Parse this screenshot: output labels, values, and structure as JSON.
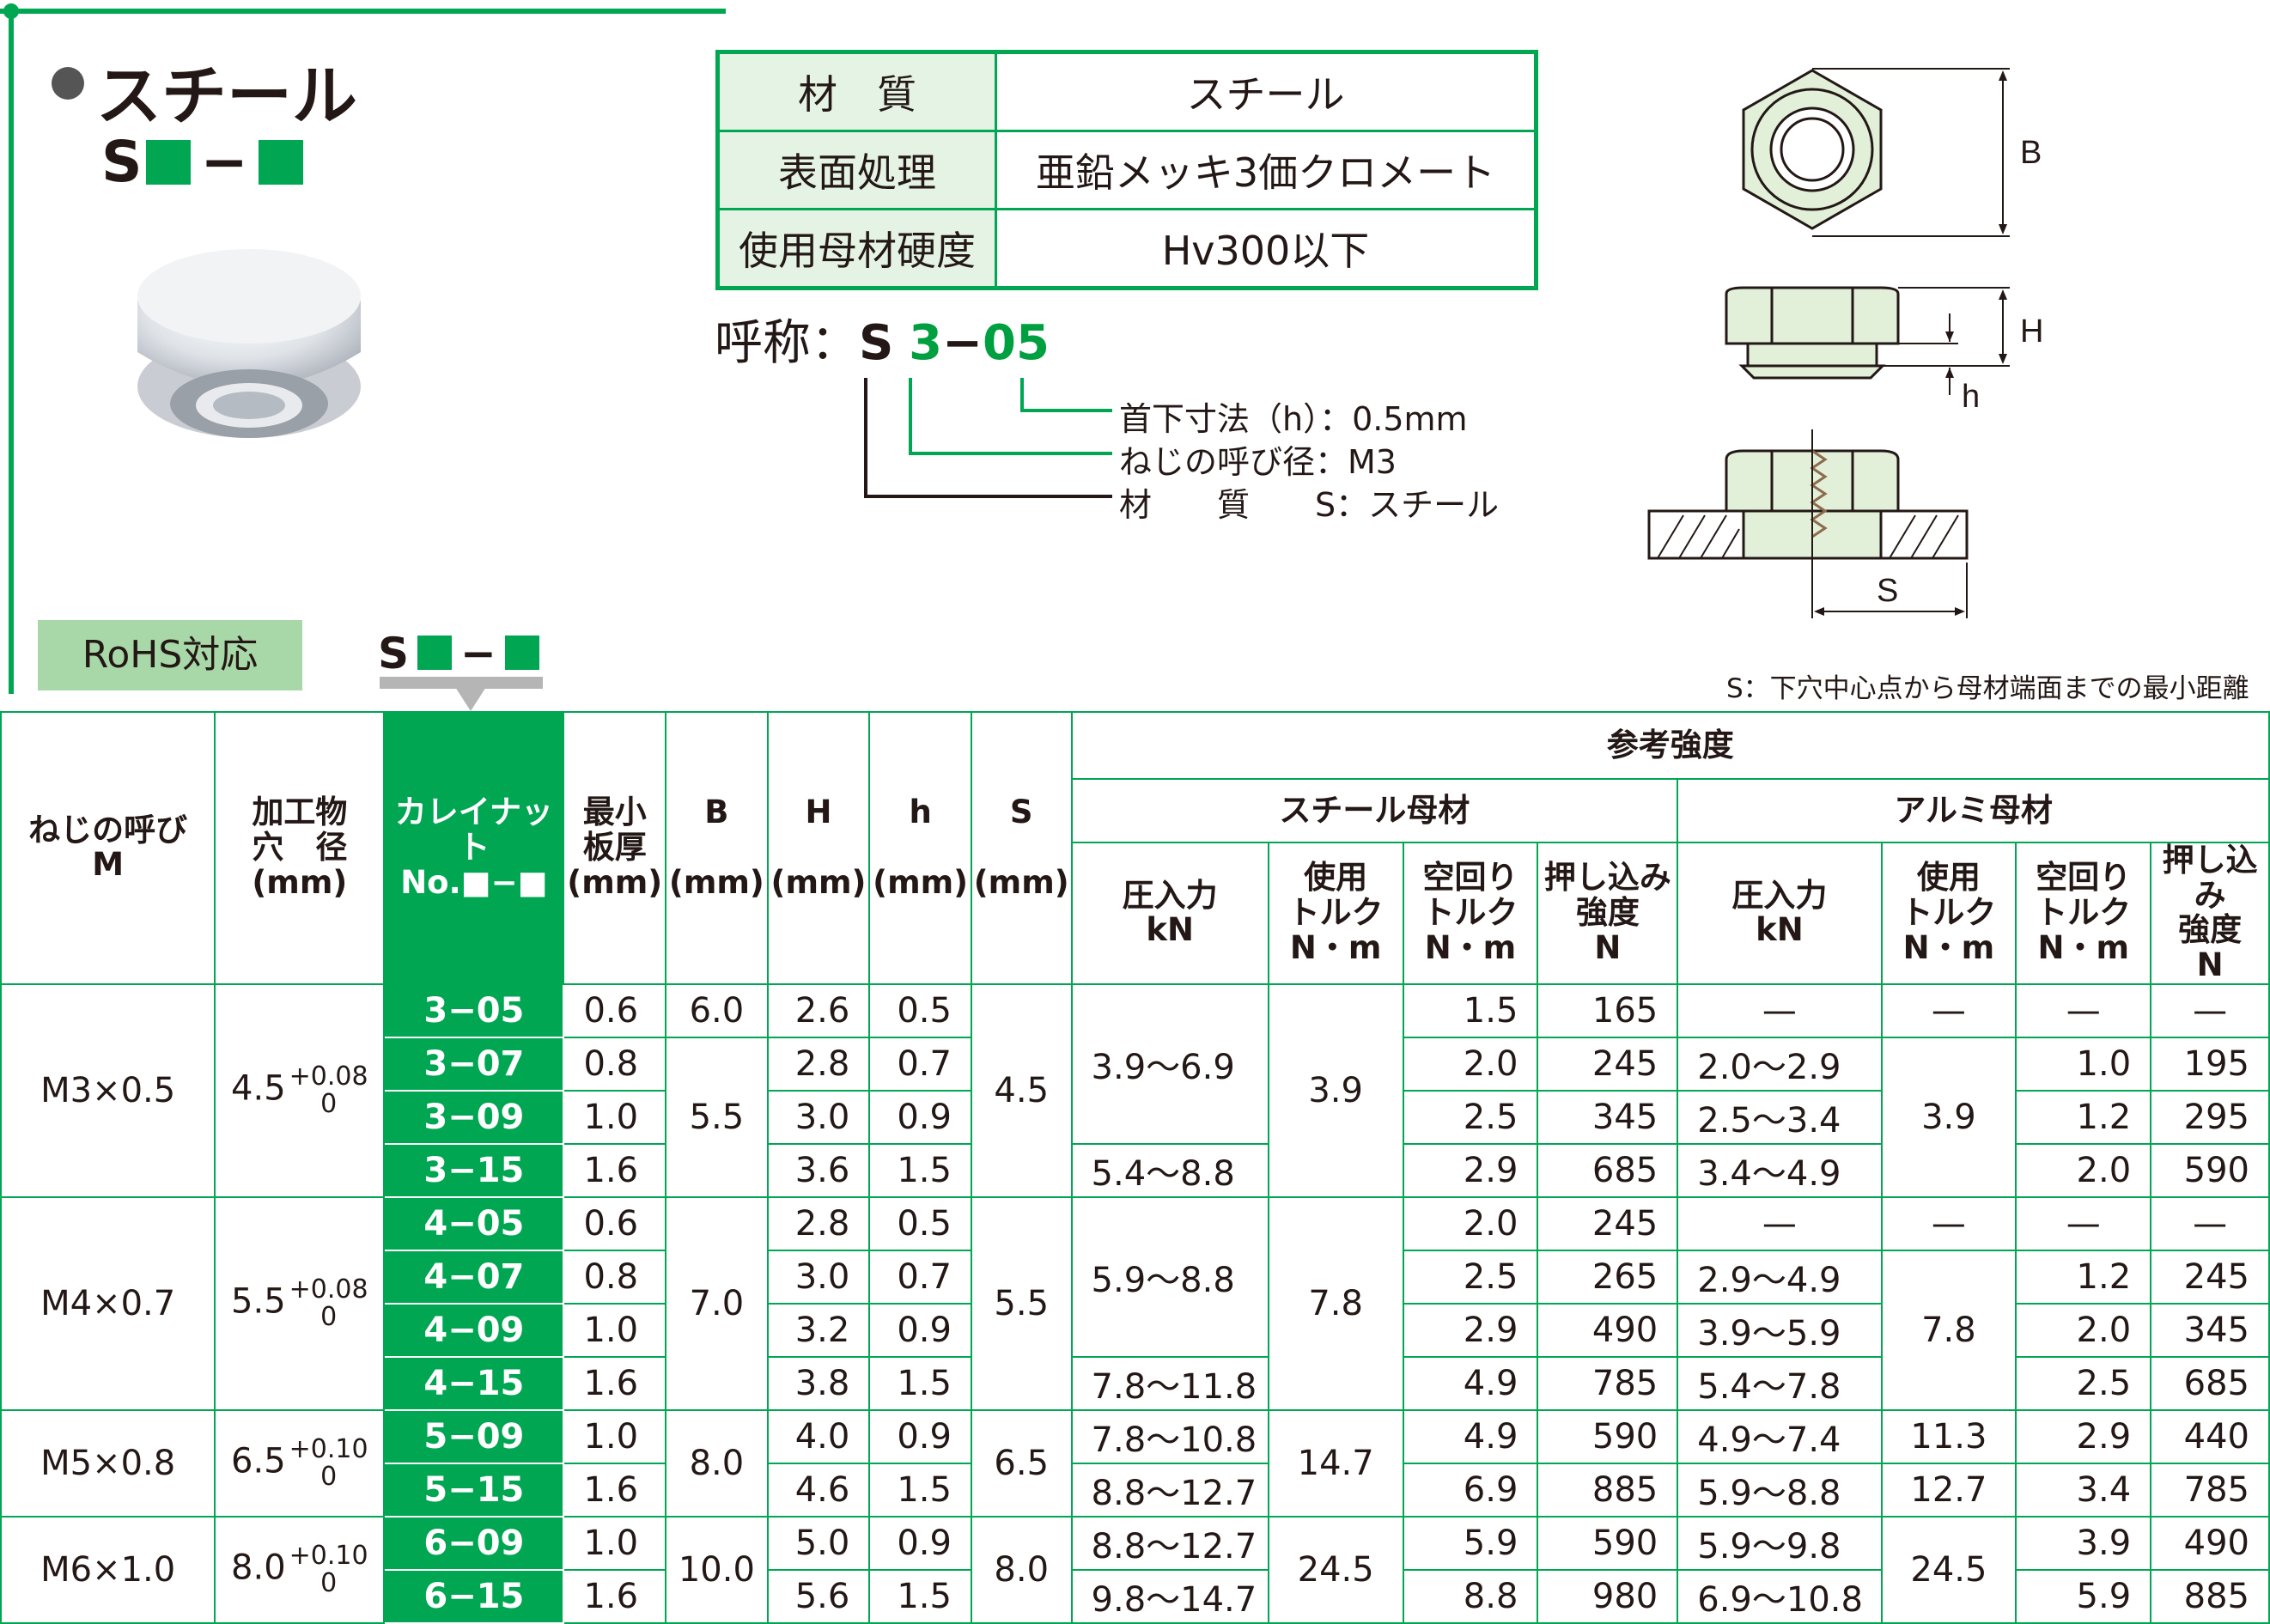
{
  "header": {
    "title": "スチール",
    "code_prefix": "S",
    "dash": "−"
  },
  "spec": [
    {
      "key": "材　質",
      "value": "スチール"
    },
    {
      "key": "表面処理",
      "value": "亜鉛メッキ3価クロメート"
    },
    {
      "key": "使用母材硬度",
      "value": "Hv300以下"
    }
  ],
  "designation": {
    "label": "呼称：",
    "s": "S",
    "size": "3",
    "dash": "−",
    "len": "05",
    "notes": [
      "首下寸法（h）：0.5mm",
      "ねじの呼び径：M3",
      "材　　質　　S：スチール"
    ]
  },
  "diagram": {
    "B": "B",
    "H": "H",
    "h": "h",
    "S": "S"
  },
  "footnote": "S：下穴中心点から母材端面までの最小距離",
  "rohs": "RoHS対応",
  "code_tag_prefix": "S",
  "table": {
    "headers": {
      "thread": "ねじの呼び\nM",
      "hole": "加工物\n穴　径\n(mm)",
      "no": "カレイナット\nNo.■−■",
      "thick": "最小\n板厚\n(mm)",
      "B": "B\n\n(mm)",
      "H": "H\n\n(mm)",
      "h": "h\n\n(mm)",
      "S": "S\n\n(mm)",
      "ref": "参考強度",
      "steel": "スチール母材",
      "alu": "アルミ母材",
      "press": "圧入力\nkN",
      "torque": "使用\nトルク\nN・m",
      "spin": "空回り\nトルク\nN・m",
      "push": "押し込み\n強度\nN"
    },
    "groups": [
      {
        "thread": "M3×0.5",
        "hole": "4.5",
        "tol_up": "+0.08",
        "tol_lo": "0",
        "S": "4.5",
        "rows": [
          {
            "no": "3−05",
            "t": "0.6",
            "B": "6.0",
            "H": "2.6",
            "h": "0.5",
            "sp": "3.9～6.9",
            "st": "3.9",
            "ss": "1.5",
            "sn": "165",
            "ap": "—",
            "at": "—",
            "as": "—",
            "an": "—"
          },
          {
            "no": "3−07",
            "t": "0.8",
            "B": "5.5",
            "H": "2.8",
            "h": "0.7",
            "sp": "",
            "st": "",
            "ss": "2.0",
            "sn": "245",
            "ap": "2.0～2.9",
            "at": "3.9",
            "as": "1.0",
            "an": "195"
          },
          {
            "no": "3−09",
            "t": "1.0",
            "B": "",
            "H": "3.0",
            "h": "0.9",
            "sp": "",
            "st": "",
            "ss": "2.5",
            "sn": "345",
            "ap": "2.5～3.4",
            "at": "",
            "as": "1.2",
            "an": "295"
          },
          {
            "no": "3−15",
            "t": "1.6",
            "B": "",
            "H": "3.6",
            "h": "1.5",
            "sp": "5.4～8.8",
            "st": "",
            "ss": "2.9",
            "sn": "685",
            "ap": "3.4～4.9",
            "at": "",
            "as": "2.0",
            "an": "590"
          }
        ]
      },
      {
        "thread": "M4×0.7",
        "hole": "5.5",
        "tol_up": "+0.08",
        "tol_lo": "0",
        "S": "5.5",
        "rows": [
          {
            "no": "4−05",
            "t": "0.6",
            "B": "7.0",
            "H": "2.8",
            "h": "0.5",
            "sp": "5.9～8.8",
            "st": "7.8",
            "ss": "2.0",
            "sn": "245",
            "ap": "—",
            "at": "—",
            "as": "—",
            "an": "—"
          },
          {
            "no": "4−07",
            "t": "0.8",
            "B": "",
            "H": "3.0",
            "h": "0.7",
            "sp": "",
            "st": "",
            "ss": "2.5",
            "sn": "265",
            "ap": "2.9～4.9",
            "at": "7.8",
            "as": "1.2",
            "an": "245"
          },
          {
            "no": "4−09",
            "t": "1.0",
            "B": "",
            "H": "3.2",
            "h": "0.9",
            "sp": "",
            "st": "",
            "ss": "2.9",
            "sn": "490",
            "ap": "3.9～5.9",
            "at": "",
            "as": "2.0",
            "an": "345"
          },
          {
            "no": "4−15",
            "t": "1.6",
            "B": "",
            "H": "3.8",
            "h": "1.5",
            "sp": "7.8～11.8",
            "st": "",
            "ss": "4.9",
            "sn": "785",
            "ap": "5.4～7.8",
            "at": "",
            "as": "2.5",
            "an": "685"
          }
        ]
      },
      {
        "thread": "M5×0.8",
        "hole": "6.5",
        "tol_up": "+0.10",
        "tol_lo": "0",
        "S": "6.5",
        "rows": [
          {
            "no": "5−09",
            "t": "1.0",
            "B": "8.0",
            "H": "4.0",
            "h": "0.9",
            "sp": "7.8～10.8",
            "st": "14.7",
            "ss": "4.9",
            "sn": "590",
            "ap": "4.9～7.4",
            "at": "11.3",
            "as": "2.9",
            "an": "440"
          },
          {
            "no": "5−15",
            "t": "1.6",
            "B": "",
            "H": "4.6",
            "h": "1.5",
            "sp": "8.8～12.7",
            "st": "",
            "ss": "6.9",
            "sn": "885",
            "ap": "5.9～8.8",
            "at": "12.7",
            "as": "3.4",
            "an": "785"
          }
        ]
      },
      {
        "thread": "M6×1.0",
        "hole": "8.0",
        "tol_up": "+0.10",
        "tol_lo": "0",
        "S": "8.0",
        "rows": [
          {
            "no": "6−09",
            "t": "1.0",
            "B": "10.0",
            "H": "5.0",
            "h": "0.9",
            "sp": "8.8～12.7",
            "st": "24.5",
            "ss": "5.9",
            "sn": "590",
            "ap": "5.9～9.8",
            "at": "24.5",
            "as": "3.9",
            "an": "490"
          },
          {
            "no": "6−15",
            "t": "1.6",
            "B": "",
            "H": "5.6",
            "h": "1.5",
            "sp": "9.8～14.7",
            "st": "",
            "ss": "8.8",
            "sn": "980",
            "ap": "6.9～10.8",
            "at": "",
            "as": "5.9",
            "an": "885"
          }
        ]
      }
    ]
  }
}
